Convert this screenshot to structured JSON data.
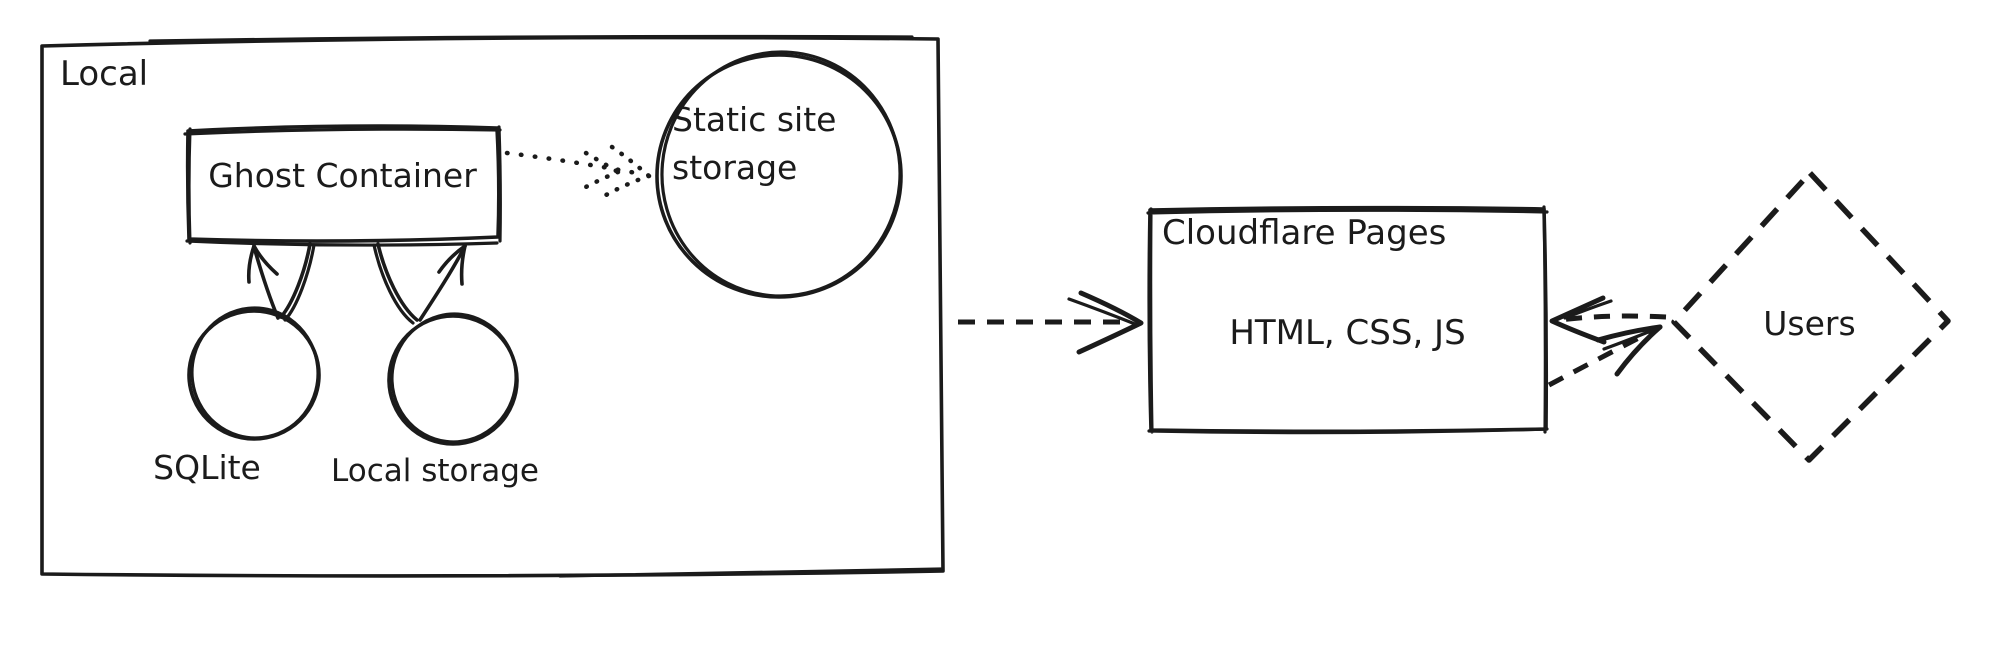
{
  "canvas": {
    "background": "#ffffff",
    "stroke_color": "#1b1b1b"
  },
  "groups": {
    "local": {
      "label": "Local",
      "shape": "rectangle",
      "border_style": "solid"
    }
  },
  "nodes": {
    "ghost_container": {
      "label": "Ghost Container",
      "shape": "rectangle",
      "border_style": "solid"
    },
    "static_site_storage": {
      "label": "Static site storage",
      "label_lines": [
        "Static site",
        "storage"
      ],
      "shape": "circle",
      "border_style": "solid"
    },
    "sqlite": {
      "label": "SQLite",
      "shape": "circle",
      "border_style": "solid"
    },
    "local_storage": {
      "label": "Local storage",
      "shape": "circle",
      "border_style": "solid"
    },
    "cloudflare_pages": {
      "title": "Cloudflare Pages",
      "body": "HTML, CSS, JS",
      "shape": "rectangle",
      "border_style": "solid"
    },
    "users": {
      "label": "Users",
      "shape": "diamond",
      "border_style": "dashed"
    }
  },
  "edges": [
    {
      "from": "sqlite",
      "to": "ghost_container",
      "style": "solid",
      "arrowhead": "end"
    },
    {
      "from": "local_storage",
      "to": "ghost_container",
      "style": "solid",
      "arrowhead": "end"
    },
    {
      "from": "ghost_container",
      "to": "static_site_storage",
      "style": "dotted",
      "arrowhead": "end"
    },
    {
      "from": "local",
      "to": "cloudflare_pages",
      "style": "dashed",
      "arrowhead": "end"
    },
    {
      "from": "users",
      "to": "cloudflare_pages",
      "style": "dashed",
      "arrowhead": "end"
    },
    {
      "from": "cloudflare_pages",
      "to": "users",
      "style": "dashed",
      "arrowhead": "end"
    }
  ]
}
